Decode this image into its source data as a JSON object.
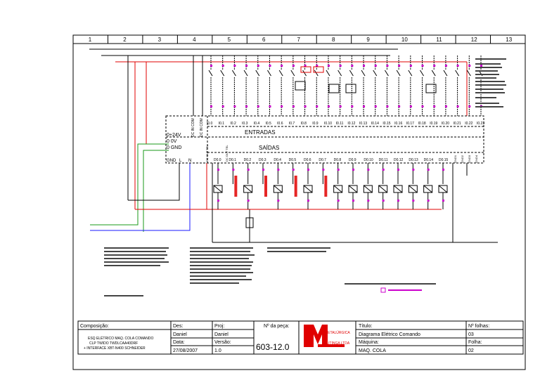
{
  "grid_numbers": [
    "1",
    "2",
    "3",
    "4",
    "5",
    "6",
    "7",
    "8",
    "9",
    "10",
    "11",
    "12",
    "13"
  ],
  "modules": {
    "entradas_label": "ENTRADAS",
    "saidas_label": "SAÍDAS",
    "power_labels": [
      "0+24V",
      "0 0V",
      "0 GND"
    ],
    "supply_labels": [
      "GND",
      "L",
      "N"
    ],
    "dc_com_labels": [
      "DC IN COM",
      "DC IN COM"
    ],
    "dc_out_labels": [
      "DC OUT TEL",
      "DC OUT TEL"
    ],
    "input_labels": [
      "I0.0",
      "I0.1",
      "I0.2",
      "I0.3",
      "I0.4",
      "I0.5",
      "I0.6",
      "I0.7",
      "I0.8",
      "I0.9",
      "I0.10",
      "I0.11",
      "I0.12",
      "I0.13",
      "I0.14",
      "I0.15",
      "I0.16",
      "I0.17",
      "I0.18",
      "I0.19",
      "I0.20",
      "I0.21",
      "I0.22",
      "I0.23"
    ],
    "output_labels": [
      "D0.0",
      "D0.1",
      "D0.2",
      "D0.3",
      "D0.4",
      "D0.5",
      "D0.6",
      "D0.7",
      "D0.8",
      "D0.9",
      "D0.10",
      "D0.11",
      "D0.12",
      "D0.13",
      "D0.14",
      "D0.15"
    ],
    "analog_labels": [
      "GND1",
      "GND2",
      "GND3",
      "GND4"
    ]
  },
  "title_block": {
    "composicao_label": "Composição:",
    "composicao_lines": [
      "ESQ ELÉTRICO MAQ. COLA COMANDO",
      "CLP TWIDO TWDLCAA40DRF",
      "+ INTERFACE XBT-N400 SCHNEIDER"
    ],
    "des_label": "Des:",
    "des_value": "Daniel",
    "proj_label": "Proj:",
    "proj_value": "Daniel",
    "data_label": "Data:",
    "data_value": "27/08/2007",
    "versao_label": "Versão:",
    "versao_value": "1.0",
    "peca_label": "Nº da peça:",
    "peca_value": "603-12.0",
    "logo_text": [
      "METALÚRGICA",
      "LUTINGA LTDA"
    ],
    "titulo_label": "Título:",
    "titulo_value": "Diagrama Elétrico Comando",
    "maquina_label": "Máquina:",
    "maquina_value": "MAQ. COLA",
    "folhas_label": "Nº folhas:",
    "folhas_value": "03",
    "folha_label": "Folha:",
    "folha_value": "02"
  },
  "colors": {
    "frame": "#000000",
    "wire_red": "#e00000",
    "wire_blue": "#1a1aff",
    "wire_green": "#1a9a1a",
    "accent_magenta": "#cc00cc",
    "box_dash": "#000000"
  }
}
